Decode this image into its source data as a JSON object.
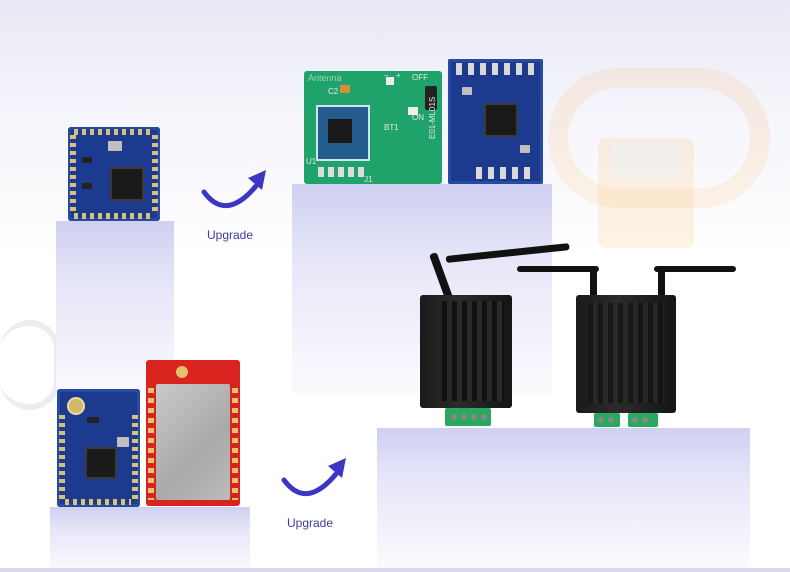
{
  "labels": {
    "upgrade_top": "Upgrade",
    "upgrade_bottom": "Upgrade"
  },
  "silkscreen": {
    "antenna": "Antenna",
    "c2": "C2",
    "bt1": "BT1",
    "u1": "U1",
    "j1": "J1",
    "off": "OFF",
    "on": "ON",
    "plus": "+",
    "minus": "−",
    "board_code": "E01-ML01S"
  },
  "colors": {
    "arrow": "#3b36c4",
    "upgrade_text": "#3b3b9a",
    "pedestal_top": "#cfcff2"
  }
}
